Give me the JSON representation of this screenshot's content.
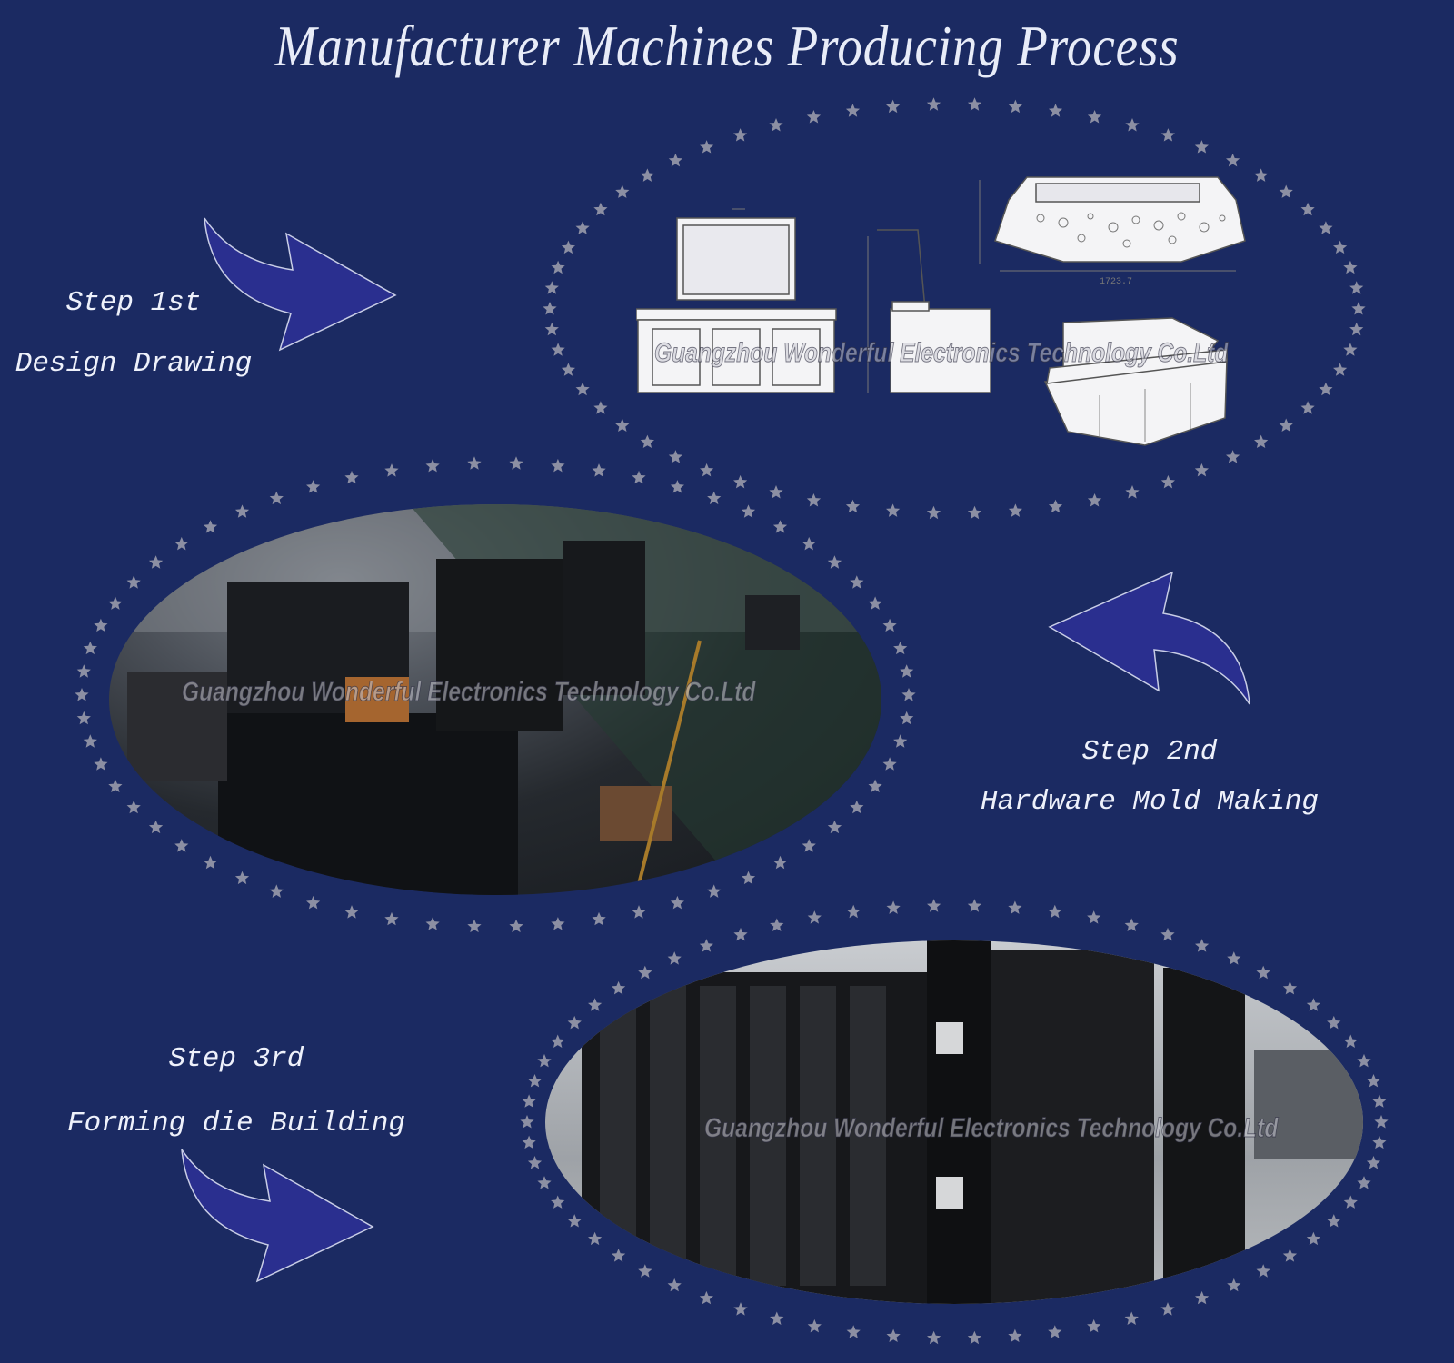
{
  "title": "Manufacturer Machines Producing Process",
  "steps": [
    {
      "number": "Step 1st",
      "label": "Design Drawing"
    },
    {
      "number": "Step 2nd",
      "label": "Hardware Mold Making"
    },
    {
      "number": "Step 3rd",
      "label": "Forming die Building"
    }
  ],
  "watermark": "Guangzhou Wonderful Electronics Technology Co.Ltd",
  "drawing_dimension": "1723.7",
  "colors": {
    "background": "#1b2a62",
    "arrow_fill": "#2a2f8f",
    "arrow_stroke": "#c8cde6",
    "star": "#8c8fa3"
  },
  "icons": [
    "curved-arrow-right-icon",
    "curved-arrow-left-icon",
    "star-border"
  ]
}
